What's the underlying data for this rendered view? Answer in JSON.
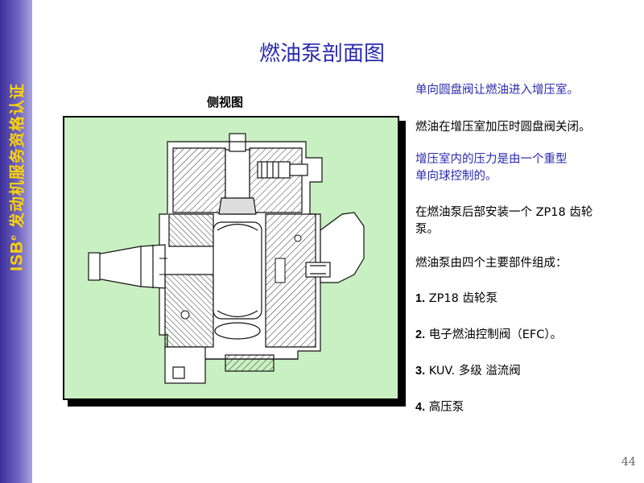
{
  "sidebar": {
    "brand": "ISB",
    "superscript": "e",
    "text": "发动机服务资格认证"
  },
  "title": "燃油泵剖面图",
  "figure": {
    "caption": "侧视图"
  },
  "notes": {
    "line1": "单向圆盘阀让燃油进入增压室。",
    "line2": "燃油在增压室加压时圆盘阀关闭。",
    "line3a": "增压室内的压力是由一个重型",
    "line3b": "单向球控制的。",
    "line4a": "在燃油泵后部安装一个 ZP18 齿轮",
    "line4b": "泵。",
    "line5": "燃油泵由四个主要部件组成：",
    "items": [
      {
        "num": "1.",
        "text": "ZP18 齿轮泵"
      },
      {
        "num": "2.",
        "text": "电子燃油控制阀（EFC）。"
      },
      {
        "num": "3.",
        "text": "KUV. 多级 溢流阀"
      },
      {
        "num": "4.",
        "text": "高压泵"
      }
    ]
  },
  "page_number": "44",
  "colors": {
    "title_blue": "#2a2ab0",
    "sidebar_yellow": "#ffd400",
    "figure_bg": "#c9f0c2"
  }
}
